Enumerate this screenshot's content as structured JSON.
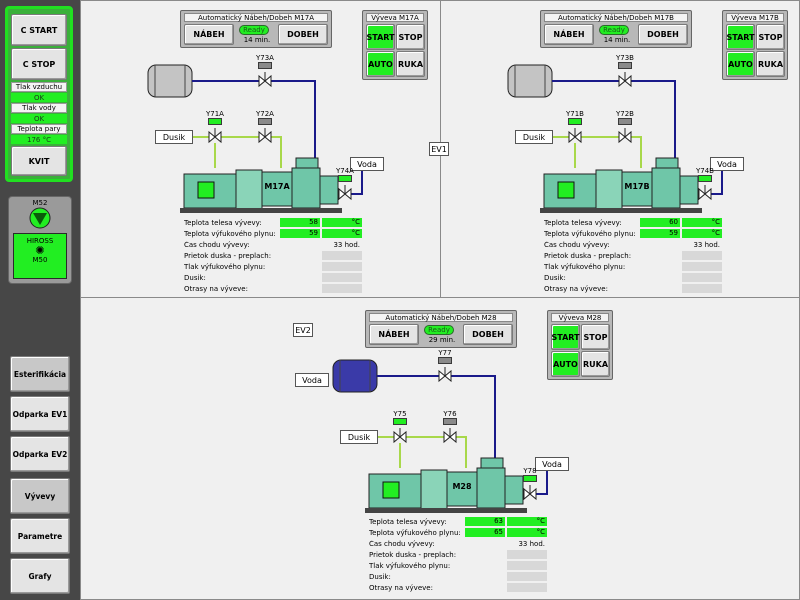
{
  "sidebar": {
    "c_start": "C START",
    "c_stop": "C STOP",
    "tlak_vzduchu": "Tlak vzduchu",
    "tlak_vzduchu_val": "OK",
    "tlak_vody": "Tlak vody",
    "tlak_vody_val": "OK",
    "teplota_pary": "Teplota pary",
    "teplota_pary_val": "176 °C",
    "kvit": "KVIT",
    "m52": "M52",
    "hiross1": "HIROSS",
    "hiross2": "M50",
    "nav": [
      "Esterifikácia",
      "Odparka EV1",
      "Odparka EV2",
      "Vývevy",
      "Parametre",
      "Grafy"
    ]
  },
  "ev1": "EV1",
  "ev2": "EV2",
  "units": [
    {
      "auto_title": "Automatický Nábeh/Dobeh M17A",
      "nabeh": "NÁBEH",
      "dobeh": "DOBEH",
      "ready": "Ready",
      "time": "14 min.",
      "vyveva_title": "Výveva M17A",
      "start": "START",
      "stop": "STOP",
      "auto": "AUTO",
      "ruka": "RUKA",
      "pump": "M17A",
      "dusik": "Dusik",
      "voda": "Voda",
      "valves": [
        "Y73A",
        "Y71A",
        "Y72A",
        "Y74A"
      ],
      "rows": [
        {
          "k": "Teplota telesa vývevy:",
          "v": "58",
          "u": "°C",
          "g": true
        },
        {
          "k": "Teplota výfukového plynu:",
          "v": "59",
          "u": "°C",
          "g": true
        },
        {
          "k": "Čas chodu vývevy:",
          "plain": "33 hod."
        },
        {
          "k": "Prietok duska - preplach:"
        },
        {
          "k": "Tlak výfukového plynu:"
        },
        {
          "k": "Dusik:"
        },
        {
          "k": "Otrasy na výveve:"
        }
      ]
    },
    {
      "auto_title": "Automatický Nábeh/Dobeh M17B",
      "nabeh": "NÁBEH",
      "dobeh": "DOBEH",
      "ready": "Ready",
      "time": "14 min.",
      "vyveva_title": "Výveva M17B",
      "start": "START",
      "stop": "STOP",
      "auto": "AUTO",
      "ruka": "RUKA",
      "pump": "M17B",
      "dusik": "Dusik",
      "voda": "Voda",
      "valves": [
        "Y73B",
        "Y71B",
        "Y72B",
        "Y74B"
      ],
      "rows": [
        {
          "k": "Teplota telesa vývevy:",
          "v": "60",
          "u": "°C",
          "g": true
        },
        {
          "k": "Teplota výfukového plynu:",
          "v": "59",
          "u": "°C",
          "g": true
        },
        {
          "k": "Čas chodu vývevy:",
          "plain": "33 hod."
        },
        {
          "k": "Prietok duska - preplach:"
        },
        {
          "k": "Tlak výfukového plynu:"
        },
        {
          "k": "Dusik:"
        },
        {
          "k": "Otrasy na výveve:"
        }
      ]
    },
    {
      "auto_title": "Automatický Nábeh/Dobeh M28",
      "nabeh": "NÁBEH",
      "dobeh": "DOBEH",
      "ready": "Ready",
      "time": "29 min.",
      "vyveva_title": "Výveva M28",
      "start": "START",
      "stop": "STOP",
      "auto": "AUTO",
      "ruka": "RUKA",
      "pump": "M28",
      "dusik": "Dusik",
      "voda": "Voda",
      "voda_top": "Voda",
      "valves": [
        "Y77",
        "Y75",
        "Y76",
        "Y78"
      ],
      "rows": [
        {
          "k": "Teplota telesa vývevy:",
          "v": "63",
          "u": "°C",
          "g": true
        },
        {
          "k": "Teplota výfukového plynu:",
          "v": "65",
          "u": "°C",
          "g": true
        },
        {
          "k": "Čas chodu vývevy:",
          "plain": "33 hod."
        },
        {
          "k": "Prietok duska - preplach:"
        },
        {
          "k": "Tlak výfukového plynu:"
        },
        {
          "k": "Dusik:"
        },
        {
          "k": "Otrasy na výveve:"
        }
      ]
    }
  ],
  "colors": {
    "green": "#22ee22",
    "pipe_blue": "#1a1a8a",
    "pipe_green": "#a8d84a",
    "pump": "#6fc6a8"
  }
}
